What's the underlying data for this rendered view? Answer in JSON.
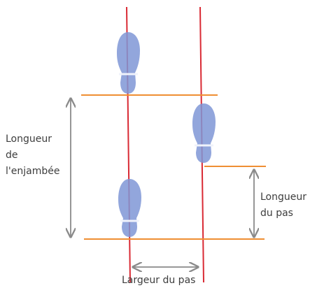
{
  "labels": {
    "stride_line1": "Longueur",
    "stride_line2": "de",
    "stride_line3": "l'enjambée",
    "step_line1": "Longueur",
    "step_line2": "du pas",
    "width": "Largeur du pas"
  },
  "colors": {
    "red_line": "#d92a34",
    "orange_line": "#ef8f33",
    "arrow": "#8a8a8a",
    "footprint": "#7f97d6",
    "footprint_band": "#f0f3fb",
    "text": "#3d3d3d"
  }
}
